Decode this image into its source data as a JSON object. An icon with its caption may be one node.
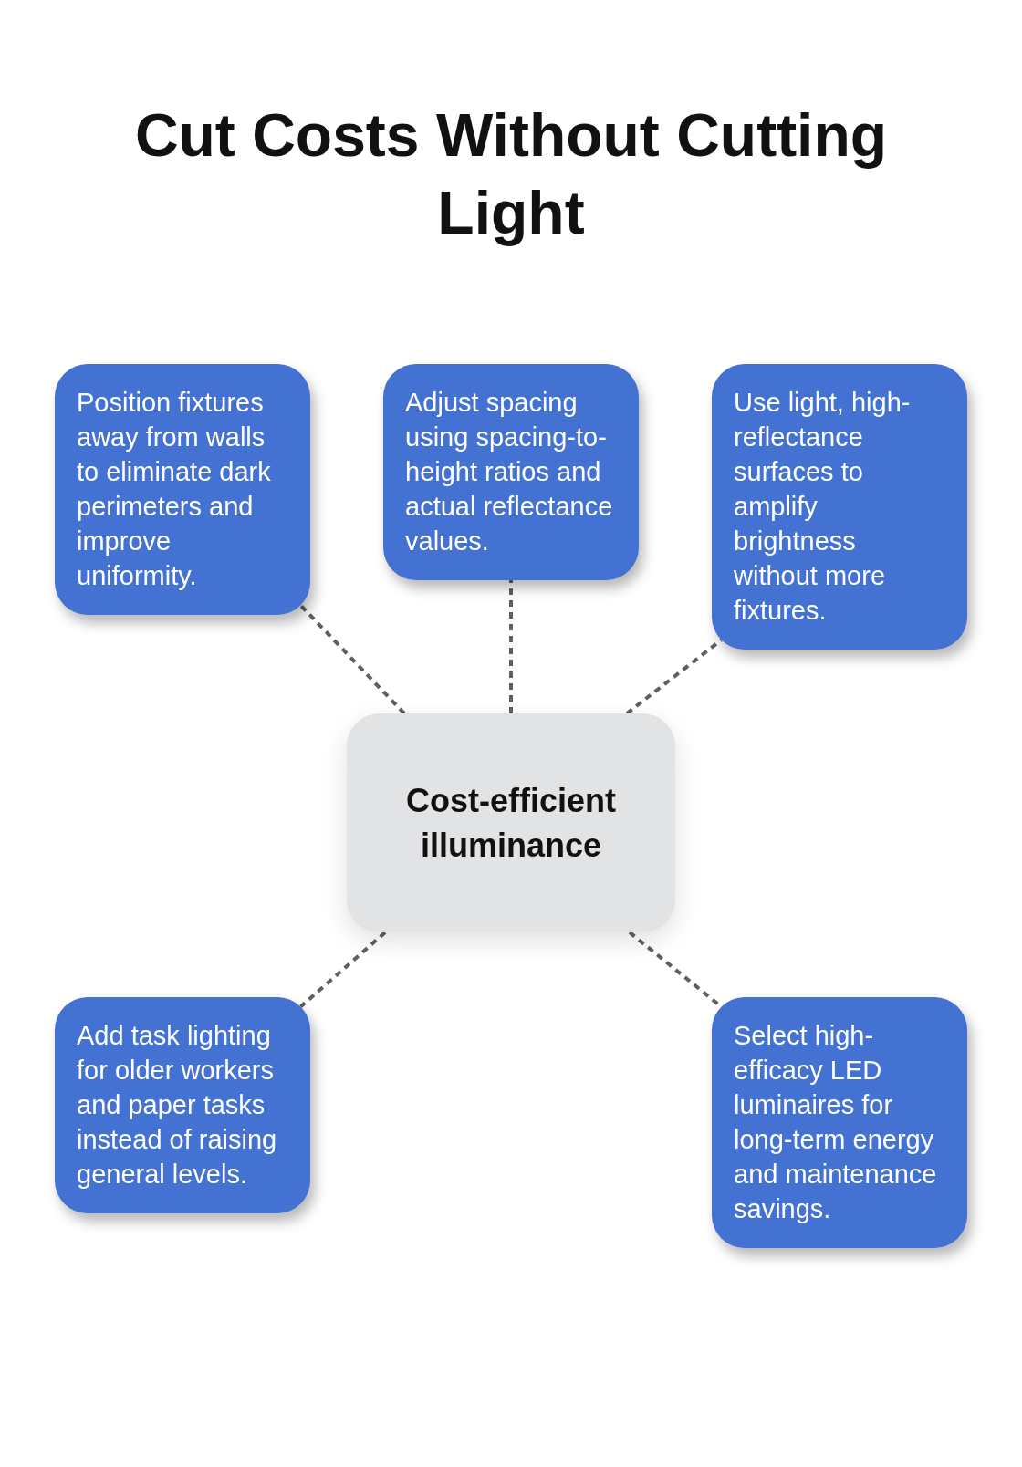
{
  "diagram": {
    "title": "Cut Costs Without Cutting Light",
    "nodes": [
      {
        "text": [
          "Position fixtures away from walls to eliminate dark perimeters and improve uniformity."
        ]
      },
      {
        "text": [
          "Adjust spacing using spacing-to-height ratios and actual reflectance values."
        ]
      },
      {
        "text": [
          "Use light, high-reflectance surfaces to amplify brightness without more fixtures."
        ]
      },
      {
        "text": [
          "Cost-efficient illuminance"
        ]
      },
      {
        "text": [
          "Add task lighting for older workers and paper tasks instead of raising general levels."
        ]
      },
      {
        "text": [
          "Select high-efficacy LED luminaires for long-term energy and maintenance savings."
        ]
      }
    ],
    "edges": [
      {
        "from": 3,
        "to": 0,
        "arrow": "none",
        "style": "dashed"
      },
      {
        "from": 3,
        "to": 1,
        "arrow": "none",
        "style": "dashed"
      },
      {
        "from": 3,
        "to": 2,
        "arrow": "none",
        "style": "dashed"
      },
      {
        "from": 3,
        "to": 4,
        "arrow": "none",
        "style": "dashed"
      },
      {
        "from": 3,
        "to": 5,
        "arrow": "none",
        "style": "dashed"
      }
    ]
  }
}
